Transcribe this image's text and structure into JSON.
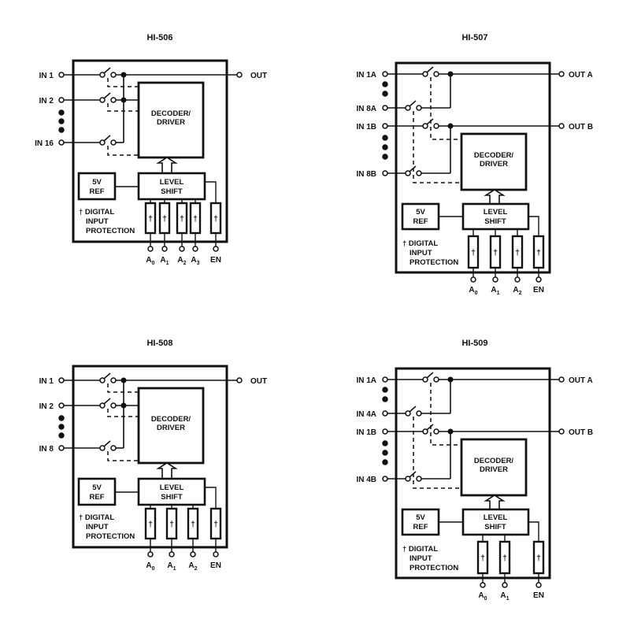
{
  "diagrams": [
    {
      "id": "hi506",
      "title": "HI-506",
      "inputs": [
        "IN 1",
        "IN 2",
        "IN 16"
      ],
      "outputs": [
        "OUT"
      ],
      "decoder_label": [
        "DECODER/",
        "DRIVER"
      ],
      "level_shift_label": [
        "LEVEL",
        "SHIFT"
      ],
      "ref_label": [
        "5V",
        "REF"
      ],
      "protection_label": [
        "† DIGITAL",
        "INPUT",
        "PROTECTION"
      ],
      "pins": [
        {
          "base": "A",
          "sub": "0"
        },
        {
          "base": "A",
          "sub": "1"
        },
        {
          "base": "A",
          "sub": "2"
        },
        {
          "base": "A",
          "sub": "3"
        },
        {
          "base": "EN",
          "sub": ""
        }
      ]
    },
    {
      "id": "hi507",
      "title": "HI-507",
      "inputs": [
        "IN 1A",
        "IN 8A",
        "IN 1B",
        "IN 8B"
      ],
      "outputs": [
        "OUT A",
        "OUT B"
      ],
      "decoder_label": [
        "DECODER/",
        "DRIVER"
      ],
      "level_shift_label": [
        "LEVEL",
        "SHIFT"
      ],
      "ref_label": [
        "5V",
        "REF"
      ],
      "protection_label": [
        "† DIGITAL",
        "INPUT",
        "PROTECTION"
      ],
      "pins": [
        {
          "base": "A",
          "sub": "0"
        },
        {
          "base": "A",
          "sub": "1"
        },
        {
          "base": "A",
          "sub": "2"
        },
        {
          "base": "EN",
          "sub": ""
        }
      ]
    },
    {
      "id": "hi508",
      "title": "HI-508",
      "inputs": [
        "IN 1",
        "IN 2",
        "IN 8"
      ],
      "outputs": [
        "OUT"
      ],
      "decoder_label": [
        "DECODER/",
        "DRIVER"
      ],
      "level_shift_label": [
        "LEVEL",
        "SHIFT"
      ],
      "ref_label": [
        "5V",
        "REF"
      ],
      "protection_label": [
        "† DIGITAL",
        "INPUT",
        "PROTECTION"
      ],
      "pins": [
        {
          "base": "A",
          "sub": "0"
        },
        {
          "base": "A",
          "sub": "1"
        },
        {
          "base": "A",
          "sub": "2"
        },
        {
          "base": "EN",
          "sub": ""
        }
      ]
    },
    {
      "id": "hi509",
      "title": "HI-509",
      "inputs": [
        "IN 1A",
        "IN 4A",
        "IN 1B",
        "IN 4B"
      ],
      "outputs": [
        "OUT A",
        "OUT B"
      ],
      "decoder_label": [
        "DECODER/",
        "DRIVER"
      ],
      "level_shift_label": [
        "LEVEL",
        "SHIFT"
      ],
      "ref_label": [
        "5V",
        "REF"
      ],
      "protection_label": [
        "† DIGITAL",
        "INPUT",
        "PROTECTION"
      ],
      "pins": [
        {
          "base": "A",
          "sub": "0"
        },
        {
          "base": "A",
          "sub": "1"
        },
        {
          "base": "EN",
          "sub": ""
        }
      ]
    }
  ],
  "protection_symbol": "†",
  "colors": {
    "ink": "#111111",
    "background": "#ffffff"
  }
}
